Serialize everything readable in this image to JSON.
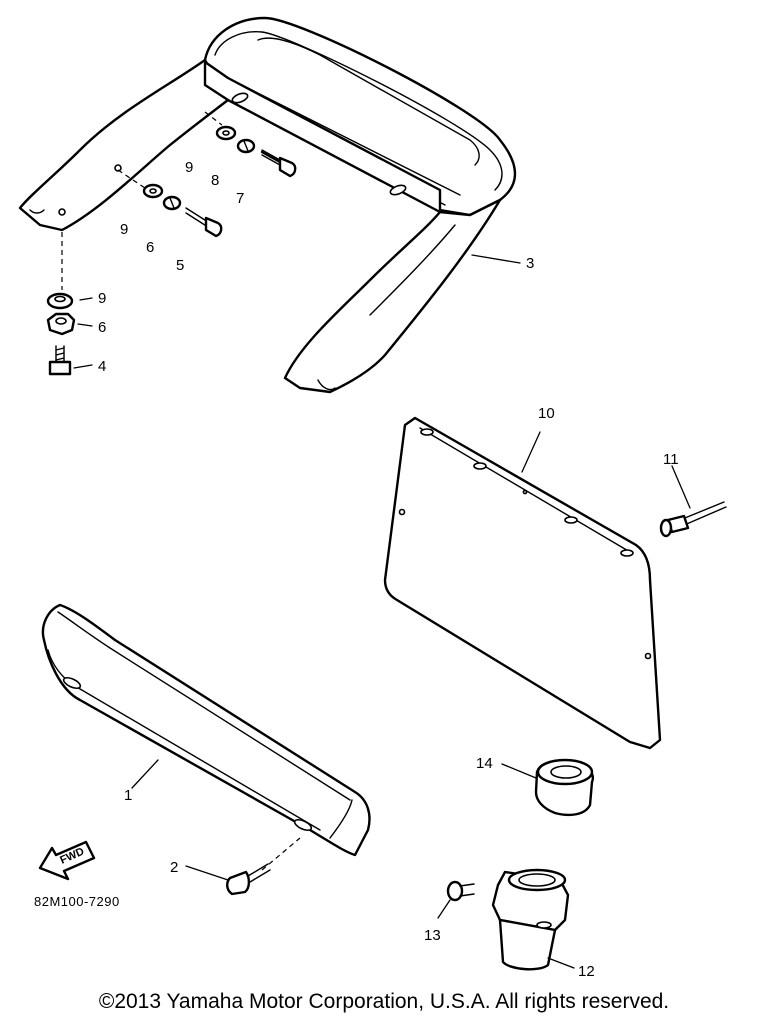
{
  "callouts": {
    "c1": "1",
    "c2": "2",
    "c3": "3",
    "c4": "4",
    "c5": "5",
    "c6a": "6",
    "c6b": "6",
    "c7": "7",
    "c8": "8",
    "c9a": "9",
    "c9b": "9",
    "c9c": "9",
    "c10": "10",
    "c11": "11",
    "c12": "12",
    "c13": "13",
    "c14": "14"
  },
  "diagram_code": "82M100-7290",
  "fwd_label": "FWD",
  "copyright": "©2013 Yamaha Motor Corporation, U.S.A. All rights reserved."
}
